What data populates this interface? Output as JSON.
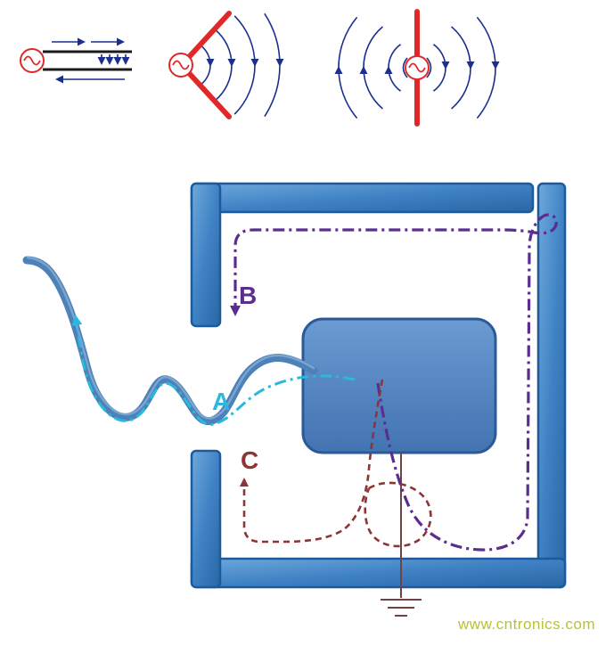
{
  "labels": {
    "path_a": "A",
    "path_b": "B",
    "path_c": "C"
  },
  "watermark": "www.cntronics.com",
  "icons": {
    "ac_source": "ac-source-icon",
    "ground": "ground-icon",
    "field_arrows": "field-line-arrows"
  },
  "colors": {
    "wall_edge": "#1b5a9c",
    "wall_fill": "#3f82c4",
    "device_edge": "#2a5a99",
    "device_fill": "#4e82c2",
    "cable": "#4d82b8",
    "path_a": "#29b9dd",
    "path_b": "#5a2d8f",
    "path_c": "#8e3434",
    "source_red": "#e02828",
    "field_blue": "#1b2f8f",
    "line_black": "#1a1a1a",
    "ground": "#6e4343",
    "watermark": "#b9c32f"
  }
}
